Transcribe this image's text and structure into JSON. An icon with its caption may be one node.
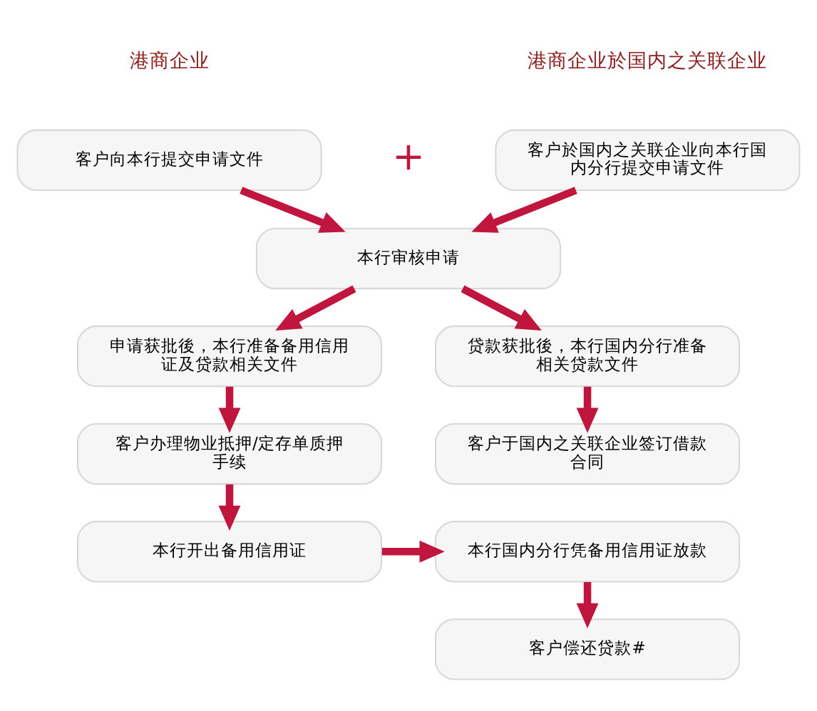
{
  "diagram": {
    "nodes": [
      {
        "text": [
          "客户向本行提交申请文件"
        ]
      },
      {
        "text": [
          "客户於国内之关联企业向本行国内分行提交申请文件"
        ]
      },
      {
        "text": [
          "本行审核申请"
        ]
      },
      {
        "text": [
          "申请获批後，本行准备备用信用证及贷款相关文件"
        ]
      },
      {
        "text": [
          "贷款获批後，本行国内分行准备相关贷款文件"
        ]
      },
      {
        "text": [
          "客户办理物业抵押/定存单质押手续"
        ]
      },
      {
        "text": [
          "客户于国内之关联企业签订借款合同"
        ]
      },
      {
        "text": [
          "本行开出备用信用证"
        ]
      },
      {
        "text": [
          "本行国内分行凭备用信用证放款"
        ]
      },
      {
        "text": [
          "客户偿还贷款#"
        ]
      }
    ],
    "edges": [
      {
        "from": 0,
        "to": 2,
        "arrow": "to"
      },
      {
        "from": 1,
        "to": 2,
        "arrow": "to"
      },
      {
        "from": 2,
        "to": 3,
        "arrow": "to"
      },
      {
        "from": 2,
        "to": 4,
        "arrow": "to"
      },
      {
        "from": 3,
        "to": 5,
        "arrow": "to"
      },
      {
        "from": 4,
        "to": 6,
        "arrow": "to"
      },
      {
        "from": 5,
        "to": 7,
        "arrow": "to"
      },
      {
        "from": 7,
        "to": 8,
        "arrow": "to"
      },
      {
        "from": 8,
        "to": 9,
        "arrow": "to"
      }
    ],
    "labels": [
      "港商企业",
      "港商企业於国内之关联企业",
      "+"
    ]
  }
}
